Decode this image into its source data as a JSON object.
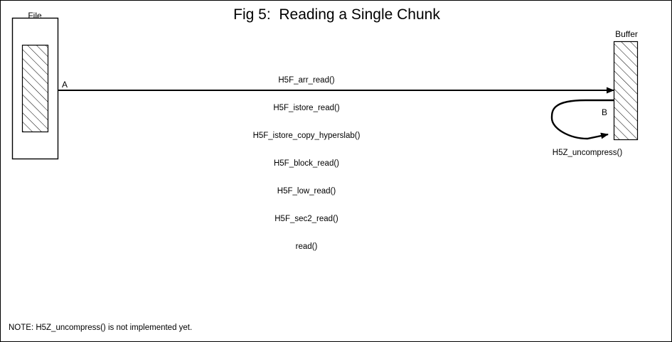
{
  "figure": {
    "title": "Fig 5:  Reading a Single Chunk",
    "note": "NOTE: H5Z_uncompress() is not implemented yet.",
    "border_color": "#000000",
    "background_color": "#ffffff",
    "stroke_color": "#000000"
  },
  "nodes": {
    "file": {
      "label": "File",
      "inner_fill": "diagonal-hatch"
    },
    "buffer": {
      "label": "Buffer",
      "inner_fill": "diagonal-hatch"
    }
  },
  "edges": {
    "a": {
      "label": "A",
      "from": "file",
      "to": "buffer",
      "call_stack": [
        "H5F_arr_read()",
        "H5F_istore_read()",
        "H5F_istore_copy_hyperslab()",
        "H5F_block_read()",
        "H5F_low_read()",
        "H5F_sec2_read()",
        "read()"
      ]
    },
    "b": {
      "label": "B",
      "from": "buffer",
      "to": "buffer",
      "call_label": "H5Z_uncompress()"
    }
  }
}
